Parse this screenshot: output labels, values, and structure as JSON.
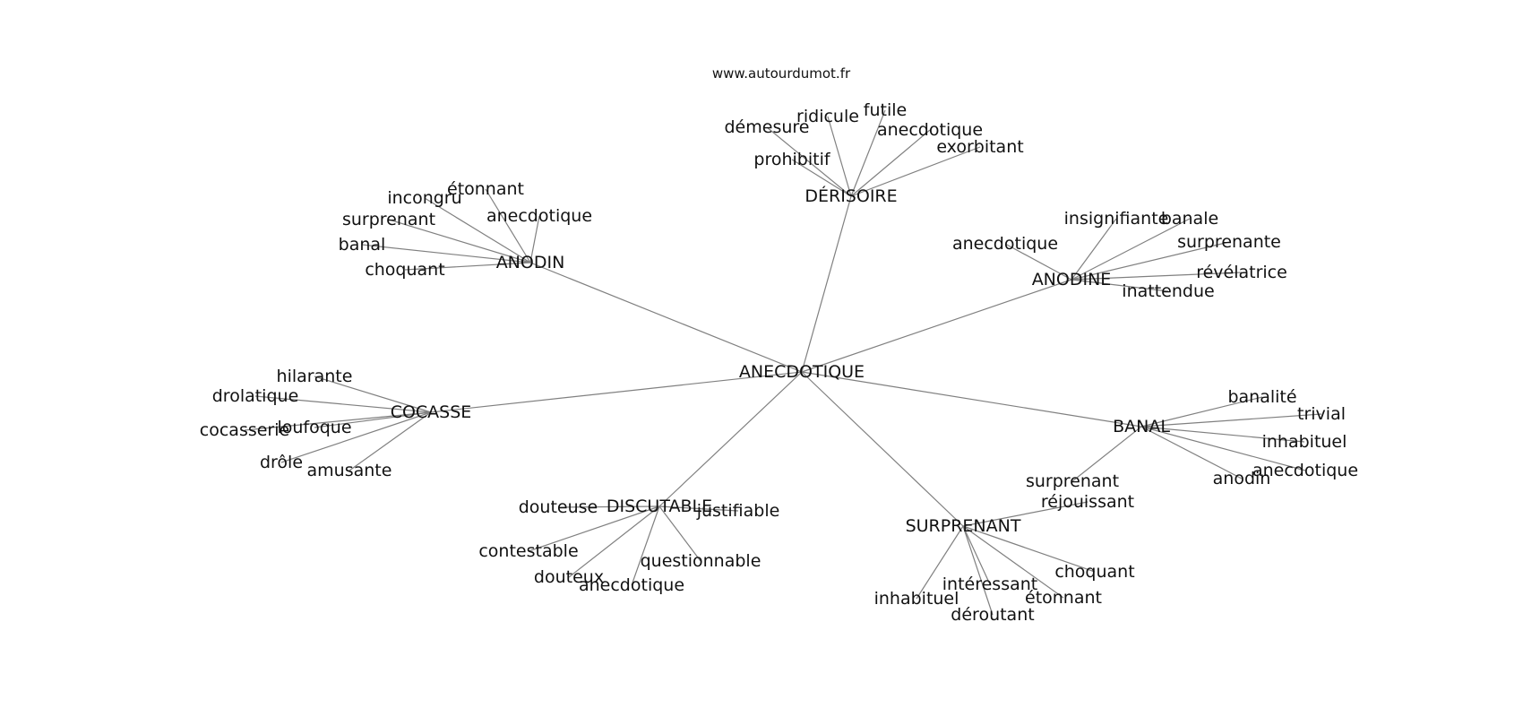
{
  "source": "www.autourdumot.fr",
  "center": "ANECDOTIQUE",
  "hubs": [
    {
      "id": "anodin",
      "label": "ANODIN",
      "leaves": [
        "étonnant",
        "incongru",
        "surprenant",
        "anecdotique",
        "banal",
        "choquant"
      ]
    },
    {
      "id": "derisoire",
      "label": "DÉRISOIRE",
      "leaves": [
        "futile",
        "ridicule",
        "démesure",
        "anecdotique",
        "prohibitif",
        "exorbitant"
      ]
    },
    {
      "id": "anodine",
      "label": "ANODINE",
      "leaves": [
        "insignifiante",
        "banale",
        "anecdotique",
        "surprenante",
        "révélatrice",
        "inattendue"
      ]
    },
    {
      "id": "cocasse",
      "label": "COCASSE",
      "leaves": [
        "hilarante",
        "drolatique",
        "cocasserie",
        "loufoque",
        "drôle",
        "amusante"
      ]
    },
    {
      "id": "banal",
      "label": "BANAL",
      "leaves": [
        "banalité",
        "trivial",
        "inhabituel",
        "anecdotique",
        "anodin",
        "surprenant"
      ]
    },
    {
      "id": "discutable",
      "label": "DISCUTABLE",
      "leaves": [
        "douteuse",
        "justifiable",
        "contestable",
        "questionnable",
        "douteux",
        "anecdotique"
      ]
    },
    {
      "id": "surprenant",
      "label": "SURPRENANT",
      "leaves": [
        "réjouissant",
        "choquant",
        "intéressant",
        "étonnant",
        "inhabituel",
        "déroutant"
      ]
    }
  ]
}
